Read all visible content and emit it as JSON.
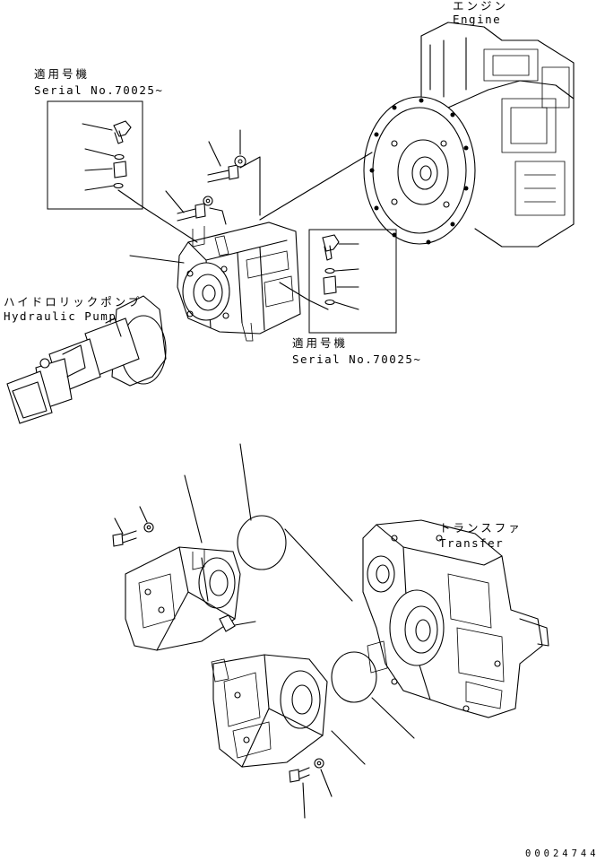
{
  "labels": {
    "engine_jp": "エンジン",
    "engine_en": "Engine",
    "serial_top_jp": "適用号機",
    "serial_top_en": "Serial No.70025~",
    "serial_right_jp": "適用号機",
    "serial_right_en": "Serial No.70025~",
    "pump_jp": "ハイドロリックポンプ",
    "pump_en": "Hydraulic Pump",
    "transfer_jp": "トランスファ",
    "transfer_en": "Transfer",
    "figure_code": "00024744"
  }
}
